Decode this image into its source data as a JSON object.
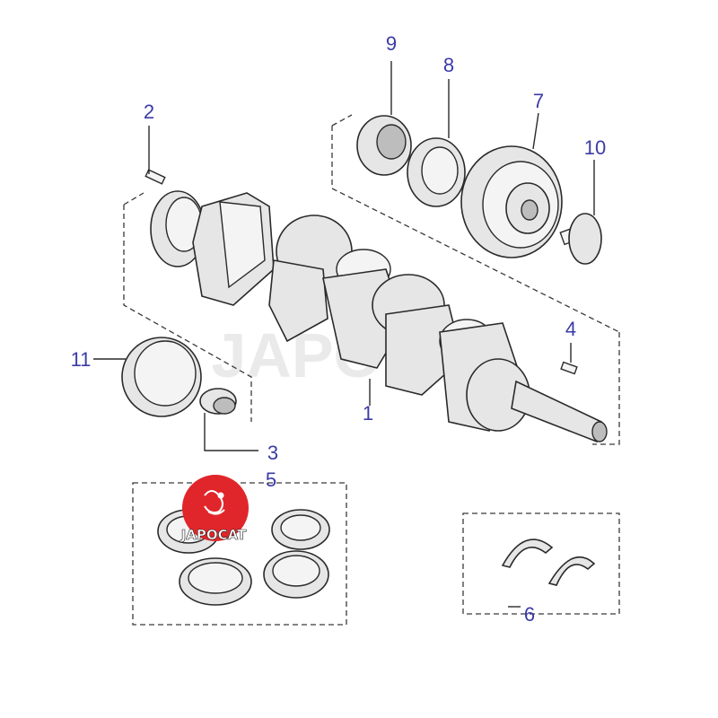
{
  "diagram": {
    "callouts": [
      {
        "id": "c1",
        "label": "1"
      },
      {
        "id": "c2",
        "label": "2"
      },
      {
        "id": "c3",
        "label": "3"
      },
      {
        "id": "c4",
        "label": "4"
      },
      {
        "id": "c5",
        "label": "5"
      },
      {
        "id": "c6",
        "label": "6"
      },
      {
        "id": "c7",
        "label": "7"
      },
      {
        "id": "c8",
        "label": "8"
      },
      {
        "id": "c9",
        "label": "9"
      },
      {
        "id": "c10",
        "label": "10"
      },
      {
        "id": "c11",
        "label": "11"
      }
    ],
    "callout_color": "#3b3ba8",
    "line_color": "#2a2a2a"
  },
  "logo": {
    "text": "JAPOCAT",
    "badge_color": "#e0262a",
    "icon": "dragon-mascot-icon"
  }
}
